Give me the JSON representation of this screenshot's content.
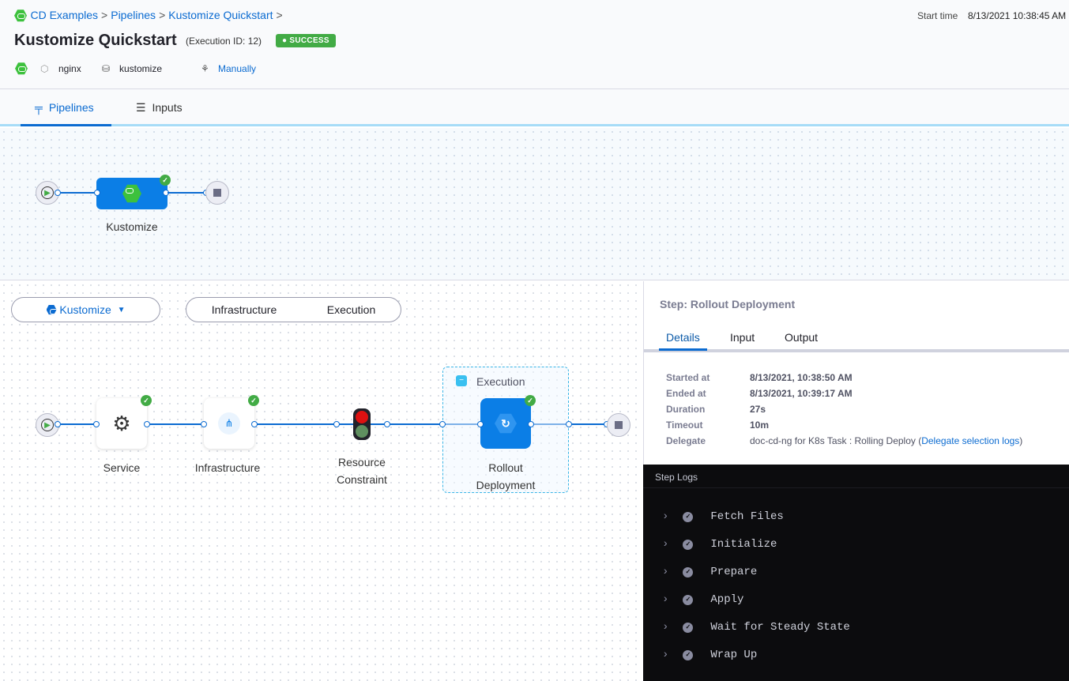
{
  "breadcrumb": {
    "items": [
      "CD Examples",
      "Pipelines",
      "Kustomize Quickstart"
    ]
  },
  "header": {
    "title": "Kustomize Quickstart",
    "execution_id": "(Execution ID: 12)",
    "status": "SUCCESS",
    "service": "nginx",
    "environment": "kustomize",
    "trigger": "Manually",
    "start_time_label": "Start time",
    "start_time": "8/13/2021 10:38:45 AM"
  },
  "tabs": [
    {
      "label": "Pipelines",
      "active": true
    },
    {
      "label": "Inputs"
    }
  ],
  "pipeline": {
    "stage": "Kustomize"
  },
  "stage_view": {
    "stage_select": "Kustomize",
    "toggle": [
      "Infrastructure",
      "Execution"
    ],
    "nodes": [
      "Service",
      "Infrastructure",
      "Resource Constraint"
    ],
    "group": "Execution",
    "step": "Rollout Deployment"
  },
  "details": {
    "title": "Step: Rollout Deployment",
    "tabs": [
      "Details",
      "Input",
      "Output"
    ],
    "rows": [
      {
        "k": "Started at",
        "v": "8/13/2021, 10:38:50 AM"
      },
      {
        "k": "Ended at",
        "v": "8/13/2021, 10:39:17 AM"
      },
      {
        "k": "Duration",
        "v": "27s"
      },
      {
        "k": "Timeout",
        "v": "10m"
      },
      {
        "k": "Delegate",
        "v": "doc-cd-ng for K8s Task : Rolling Deploy ("
      }
    ],
    "delegate_link": "Delegate selection logs",
    "delegate_close": ")"
  },
  "logs": {
    "title": "Step Logs",
    "items": [
      "Fetch Files",
      "Initialize",
      "Prepare",
      "Apply",
      "Wait for Steady State",
      "Wrap Up"
    ]
  },
  "colors": {
    "accent": "#0b6bd1",
    "success": "#42ab45",
    "logs_bg": "#0c0c0e"
  }
}
